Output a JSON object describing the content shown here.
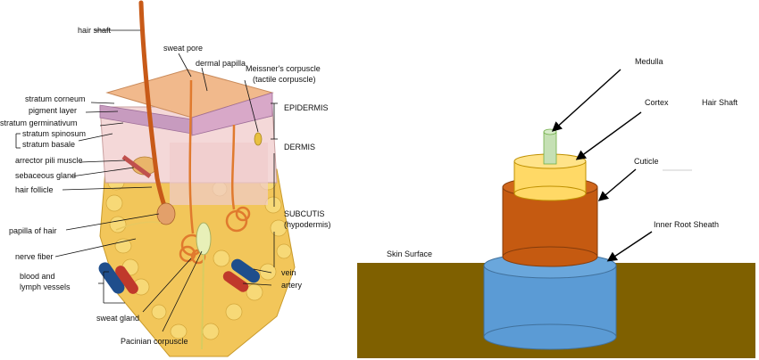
{
  "left_figure": {
    "labels": {
      "hair_shaft": "hair shaft",
      "sweat_pore": "sweat pore",
      "dermal_papilla": "dermal papilla",
      "meissner_1": "Meissner's corpuscle",
      "meissner_2": "(tactile corpuscle)",
      "stratum_corneum": "stratum corneum",
      "pigment_layer": "pigment layer",
      "stratum_germinativum": "stratum germinativum",
      "stratum_spinosum": "stratum spinosum",
      "stratum_basale": "stratum basale",
      "arrector_pili": "arrector pili muscle",
      "sebaceous_gland": "sebaceous gland",
      "hair_follicle": "hair follicle",
      "papilla_of_hair": "papilla of hair",
      "nerve_fiber": "nerve fiber",
      "blood_lymph_1": "blood and",
      "blood_lymph_2": "lymph vessels",
      "sweat_gland": "sweat gland",
      "pacinian": "Pacinian corpuscle",
      "epidermis": "EPIDERMIS",
      "dermis": "DERMIS",
      "subcutis": "SUBCUTIS",
      "hypodermis": "(hypodermis)",
      "vein": "vein",
      "artery": "artery"
    }
  },
  "right_figure": {
    "labels": {
      "medulla": "Medulla",
      "cortex": "Cortex",
      "hair_shaft": "Hair Shaft",
      "cuticle": "Cuticle",
      "inner_root_sheath": "Inner Root Sheath",
      "skin_surface": "Skin Surface"
    },
    "colors": {
      "skin": "#7f6000",
      "inner_root_sheath": "#5b9bd5",
      "cuticle": "#c55a11",
      "cortex": "#ffd966",
      "medulla": "#c5e0b4"
    }
  }
}
